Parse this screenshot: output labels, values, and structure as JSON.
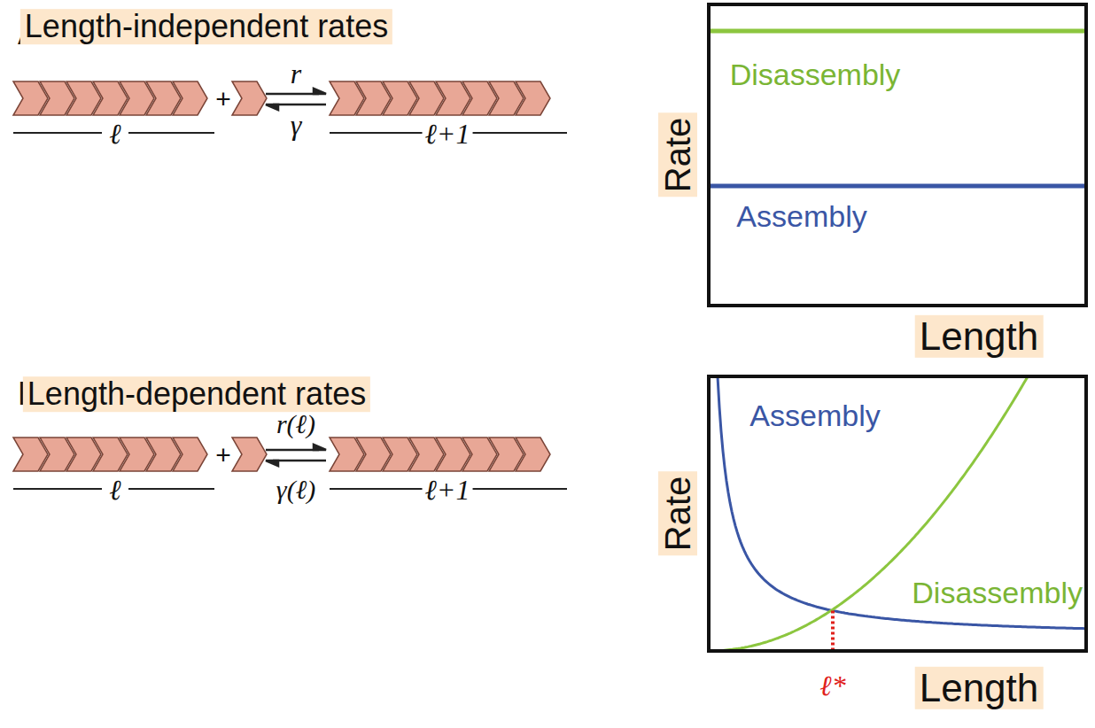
{
  "diagram": {
    "labels": [
      "A",
      "Length-independent rates",
      "ℓ",
      "+",
      "r",
      "γ",
      "ℓ+1",
      "Rate",
      "Disassembly",
      "Assembly",
      "Length",
      "B",
      "Length-dependent rates",
      "ℓ",
      "+",
      "r(ℓ)",
      "γ(ℓ)",
      "ℓ+1",
      "Rate",
      "Assembly",
      "Disassembly",
      "ℓ*",
      "Length"
    ]
  }
}
